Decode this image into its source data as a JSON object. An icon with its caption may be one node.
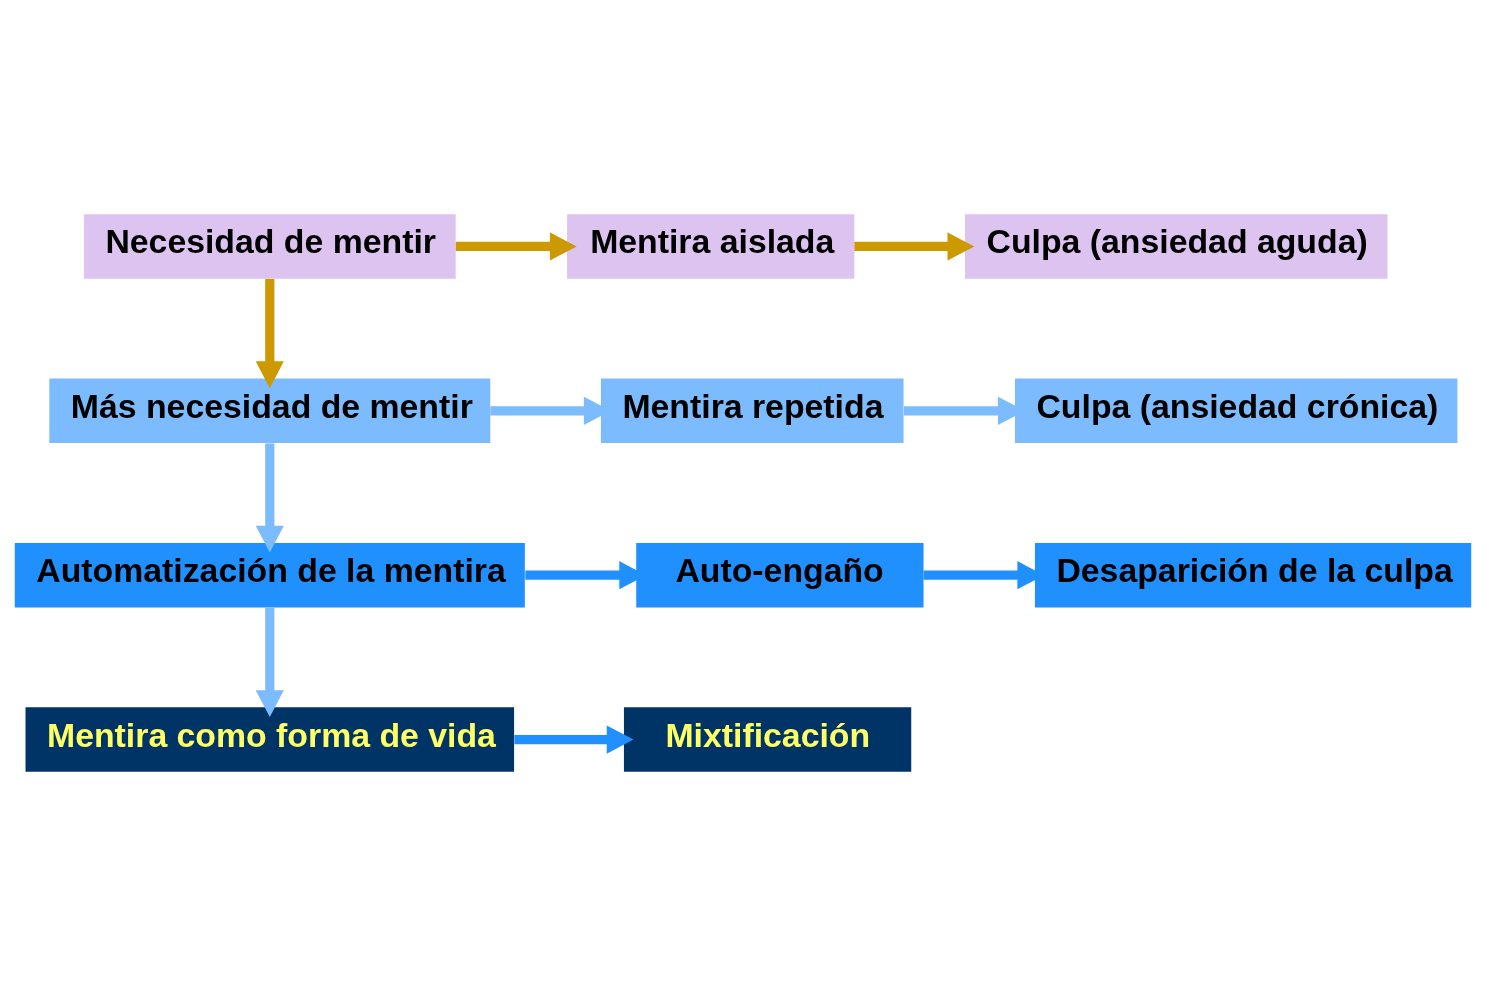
{
  "diagram": {
    "nodes": [
      {
        "text": [
          "Necesidad de mentir"
        ]
      },
      {
        "text": [
          "Mentira aislada"
        ]
      },
      {
        "text": [
          "Culpa (ansiedad aguda)"
        ]
      },
      {
        "text": [
          "Más necesidad de mentir"
        ]
      },
      {
        "text": [
          "Mentira repetida"
        ]
      },
      {
        "text": [
          "Culpa (ansiedad crónica)"
        ]
      },
      {
        "text": [
          "Automatización de la mentira"
        ]
      },
      {
        "text": [
          "Auto-engaño"
        ]
      },
      {
        "text": [
          "Desaparición de la culpa"
        ]
      },
      {
        "text": [
          "Mentira como forma de vida"
        ]
      },
      {
        "text": [
          "Mixtificación"
        ]
      }
    ],
    "edges": [
      {
        "from": 0,
        "to": 1,
        "arrow": "to",
        "color": "#cc9900"
      },
      {
        "from": 1,
        "to": 2,
        "arrow": "to",
        "color": "#cc9900"
      },
      {
        "from": 0,
        "to": 3,
        "arrow": "to",
        "color": "#cc9900"
      },
      {
        "from": 3,
        "to": 4,
        "arrow": "to",
        "color": "#7dbbff"
      },
      {
        "from": 4,
        "to": 5,
        "arrow": "to",
        "color": "#7dbbff"
      },
      {
        "from": 3,
        "to": 6,
        "arrow": "to",
        "color": "#7dbbff"
      },
      {
        "from": 6,
        "to": 7,
        "arrow": "to",
        "color": "#2090ff"
      },
      {
        "from": 7,
        "to": 8,
        "arrow": "to",
        "color": "#2090ff"
      },
      {
        "from": 6,
        "to": 9,
        "arrow": "to",
        "color": "#7dbbff"
      },
      {
        "from": 9,
        "to": 10,
        "arrow": "to",
        "color": "#2090ff"
      }
    ]
  }
}
